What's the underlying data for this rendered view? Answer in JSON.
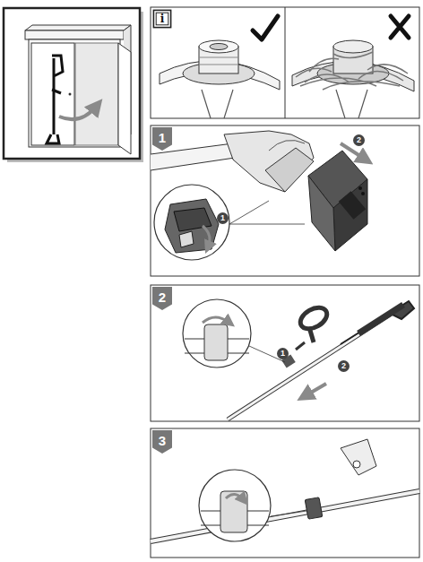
{
  "diagram": {
    "nodes": [
      {
        "text": [
          "i"
        ]
      },
      {
        "text": [
          "1"
        ]
      },
      {
        "text": [
          "2"
        ]
      },
      {
        "text": [
          "1"
        ]
      },
      {
        "text": [
          "2"
        ]
      },
      {
        "text": [
          "1"
        ]
      },
      {
        "text": [
          "2"
        ]
      },
      {
        "text": [
          "3"
        ]
      }
    ]
  }
}
